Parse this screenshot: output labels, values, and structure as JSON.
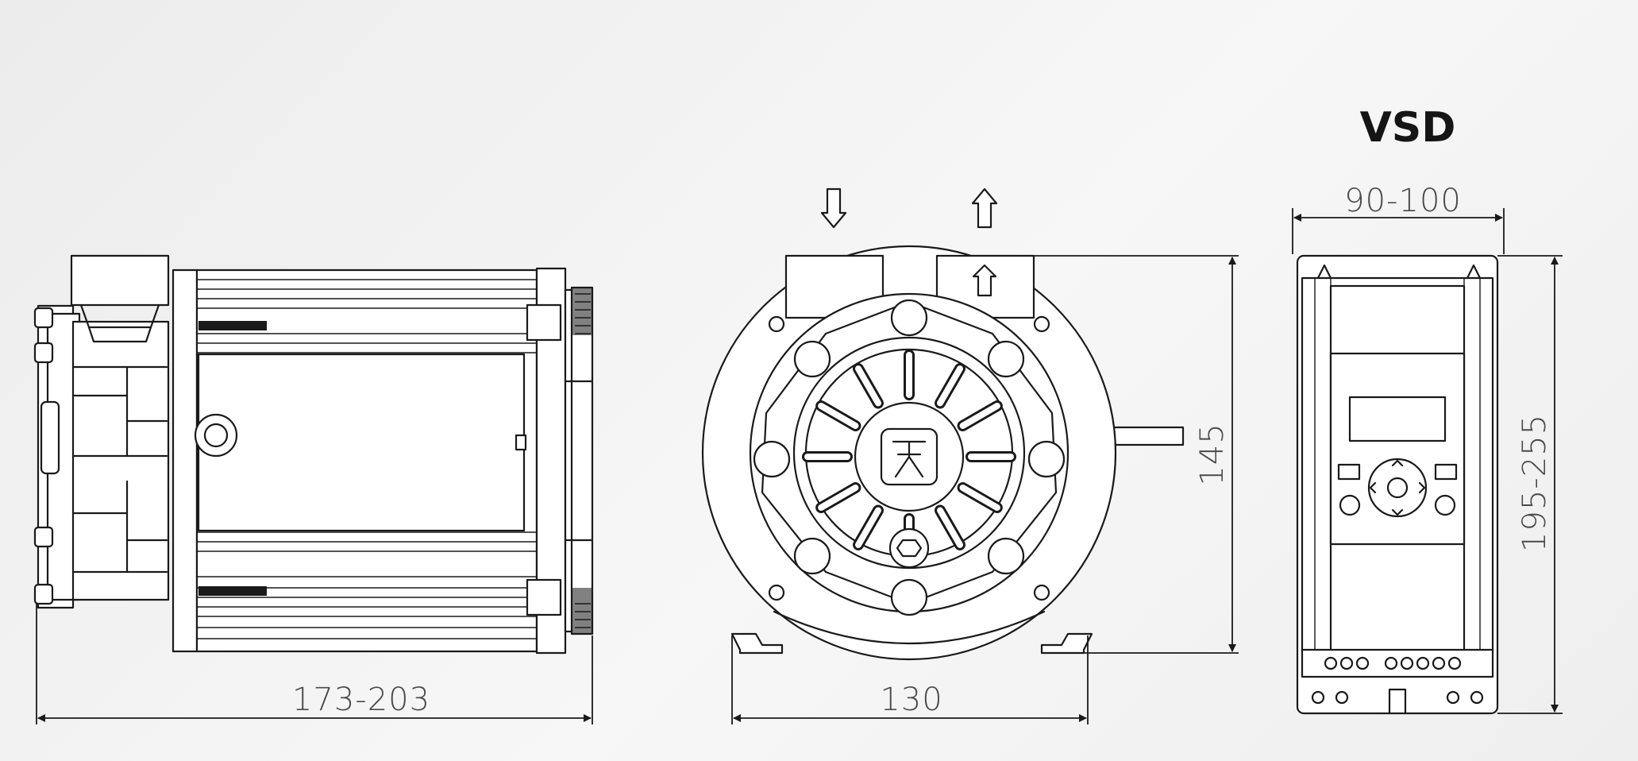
{
  "vsd_label": "VSD",
  "dimensions": {
    "pump_length": "173-203",
    "pump_width": "130",
    "pump_height": "145",
    "vsd_width": "90-100",
    "vsd_height": "195-255"
  }
}
